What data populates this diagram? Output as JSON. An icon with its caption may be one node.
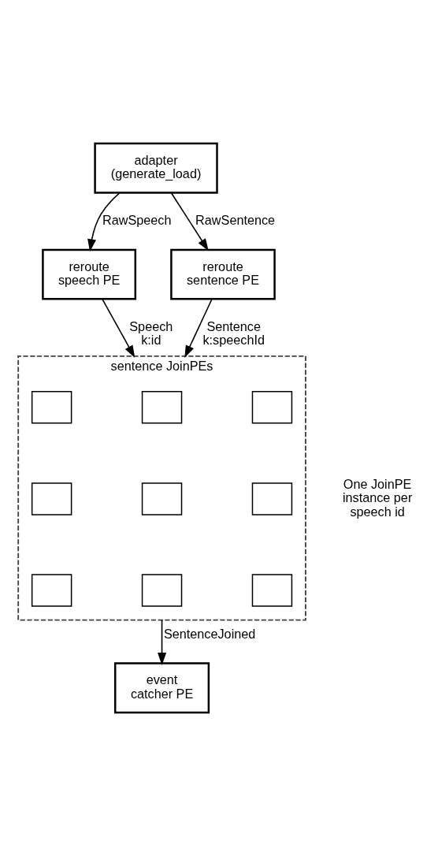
{
  "diagram": {
    "nodes": [
      {
        "text": [
          "adapter (generate_load)"
        ]
      },
      {
        "text": [
          "reroute speech PE"
        ]
      },
      {
        "text": [
          "reroute sentence PE"
        ]
      },
      {
        "text": [
          "sentence JoinPEs"
        ]
      },
      {
        "text": [],
        "shape": "box",
        "in": 3
      },
      {
        "text": [],
        "shape": "box",
        "in": 3
      },
      {
        "text": [],
        "shape": "box",
        "in": 3
      },
      {
        "text": [],
        "shape": "box",
        "in": 3
      },
      {
        "text": [],
        "shape": "box",
        "in": 3
      },
      {
        "text": [],
        "shape": "box",
        "in": 3
      },
      {
        "text": [],
        "shape": "box",
        "in": 3
      },
      {
        "text": [],
        "shape": "box",
        "in": 3
      },
      {
        "text": [],
        "shape": "box",
        "in": 3
      },
      {
        "text": [
          "event catcher PE"
        ]
      }
    ],
    "edges": [
      {
        "from": 0,
        "to": 1,
        "arrow": "to",
        "label": "RawSpeech"
      },
      {
        "from": 0,
        "to": 2,
        "arrow": "to",
        "label": "RawSentence"
      },
      {
        "from": 1,
        "to": 3,
        "arrow": "to",
        "label": "Speech k:id"
      },
      {
        "from": 2,
        "to": 3,
        "arrow": "to",
        "label": "Sentence k:speechId"
      },
      {
        "from": 3,
        "to": 13,
        "arrow": "to",
        "label": "SentenceJoined"
      }
    ],
    "labels": [
      "One JoinPE instance per speech id"
    ]
  }
}
